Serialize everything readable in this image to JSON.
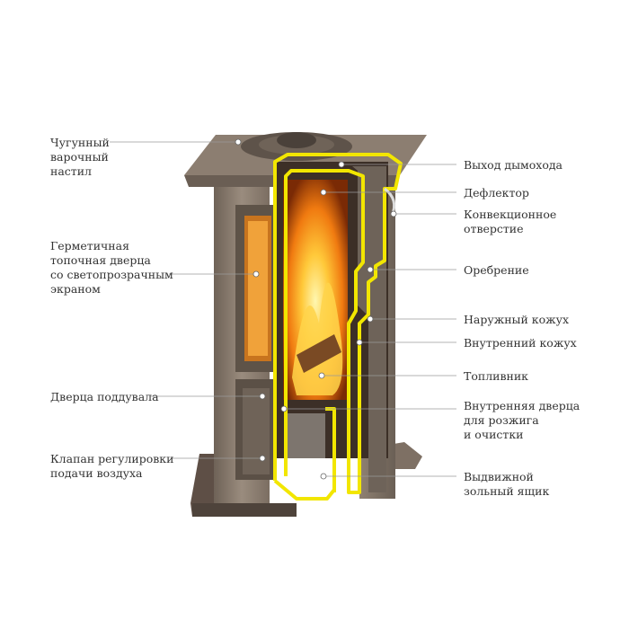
{
  "diagram": {
    "colors": {
      "background": "#ffffff",
      "stove_body": "#8b7d6e",
      "stove_dark": "#5e5348",
      "cut_outline": "#f2e600",
      "fire": "#f39a1a",
      "label_text": "#333333",
      "leader_line": "#9a9a9a"
    },
    "labels_left": [
      {
        "id": "cooktop",
        "text": "Чугунный\nварочный\nнастил"
      },
      {
        "id": "fire-door",
        "text": "Герметичная\nтопочная дверца\nсо светопрозрачным\nэкраном"
      },
      {
        "id": "ash-door",
        "text": "Дверца поддувала"
      },
      {
        "id": "air-valve",
        "text": "Клапан регулировки\nподачи воздуха"
      }
    ],
    "labels_right": [
      {
        "id": "flue-outlet",
        "text": "Выход дымохода"
      },
      {
        "id": "deflector",
        "text": "Дефлектор"
      },
      {
        "id": "convection-hole",
        "text": "Конвекционное\nотверстие"
      },
      {
        "id": "fins",
        "text": "Оребрение"
      },
      {
        "id": "outer-casing",
        "text": "Наружный кожух"
      },
      {
        "id": "inner-casing",
        "text": "Внутренний кожух"
      },
      {
        "id": "firebox",
        "text": "Топливник"
      },
      {
        "id": "inner-door",
        "text": "Внутренняя дверца\nдля розжига\nи очистки"
      },
      {
        "id": "ash-drawer",
        "text": "Выдвижной\nзольный ящик"
      }
    ]
  }
}
